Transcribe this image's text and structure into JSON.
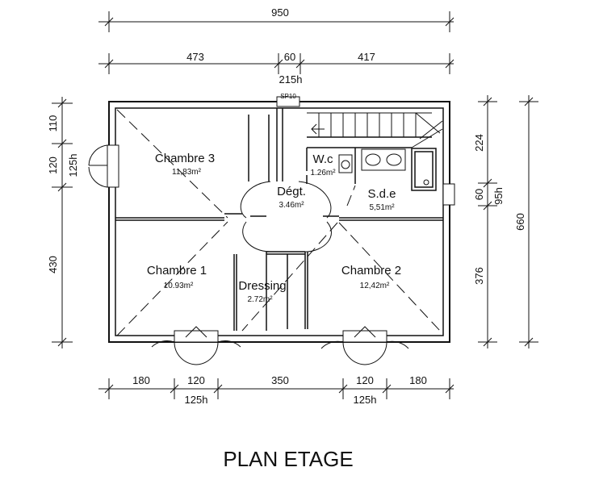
{
  "title": "PLAN ETAGE",
  "rooms": {
    "chambre3": {
      "name": "Chambre 3",
      "area": "11,83m²"
    },
    "wc": {
      "name": "W.c",
      "area": "1.26m²"
    },
    "degt": {
      "name": "Dégt.",
      "area": "3.46m²"
    },
    "sde": {
      "name": "S.d.e",
      "area": "5,51m²"
    },
    "chambre1": {
      "name": "Chambre 1",
      "area": "10.93m²"
    },
    "dressing": {
      "name": "Dressing",
      "area": "2.72m²"
    },
    "chambre2": {
      "name": "Chambre 2",
      "area": "12,42m²"
    }
  },
  "labels": {
    "sp": "SP10"
  },
  "dimensions": {
    "top_total": "950",
    "top_left": "473",
    "top_mid": "60",
    "top_right": "417",
    "top_mid_h": "215h",
    "left_top": "110",
    "left_mid": "120",
    "left_mid_h": "125h",
    "left_bottom": "430",
    "right_top": "224",
    "right_mid": "60",
    "right_mid_h": "95h",
    "right_bottom": "376",
    "right_total": "660",
    "bottom_a": "180",
    "bottom_b": "120",
    "bottom_c": "350",
    "bottom_d": "120",
    "bottom_e": "180",
    "bottom_b_h": "125h",
    "bottom_d_h": "125h"
  }
}
